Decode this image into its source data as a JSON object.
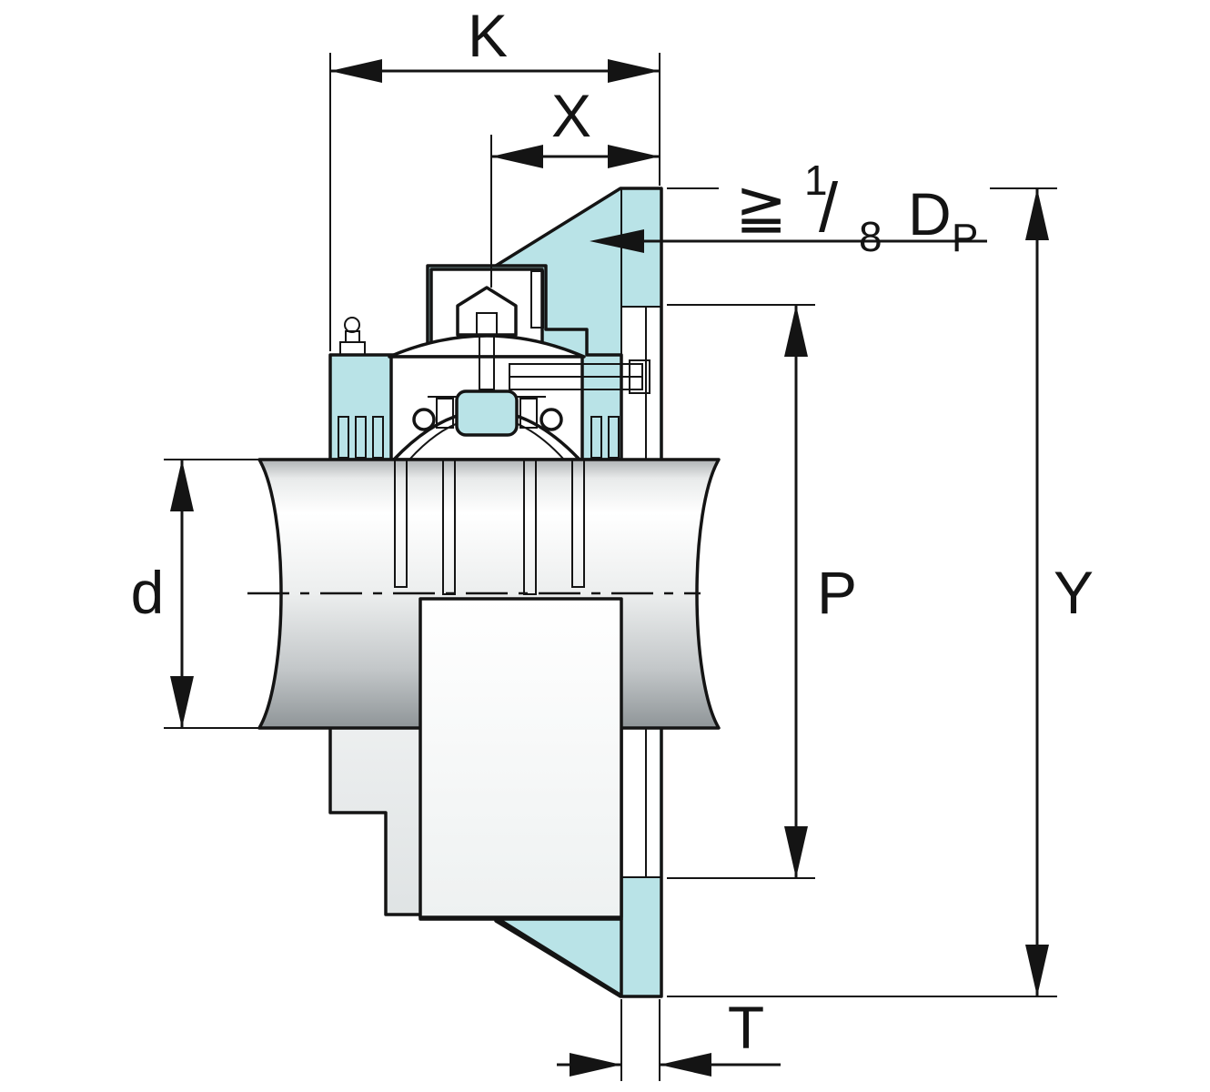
{
  "diagram": {
    "labels": {
      "k": "K",
      "x": "X",
      "d": "d",
      "p": "P",
      "y": "Y",
      "t": "T"
    },
    "note": {
      "symbol": "≧",
      "numerator": "1",
      "slash": "/",
      "denominator": "8",
      "letter": "D",
      "subscript": "P"
    },
    "colors": {
      "fill_teal": "#b9e3e7",
      "outline": "#141414",
      "metal_light": "#ffffff",
      "metal_dark": "#8f9598",
      "cage_tan": "#d6c892"
    }
  }
}
